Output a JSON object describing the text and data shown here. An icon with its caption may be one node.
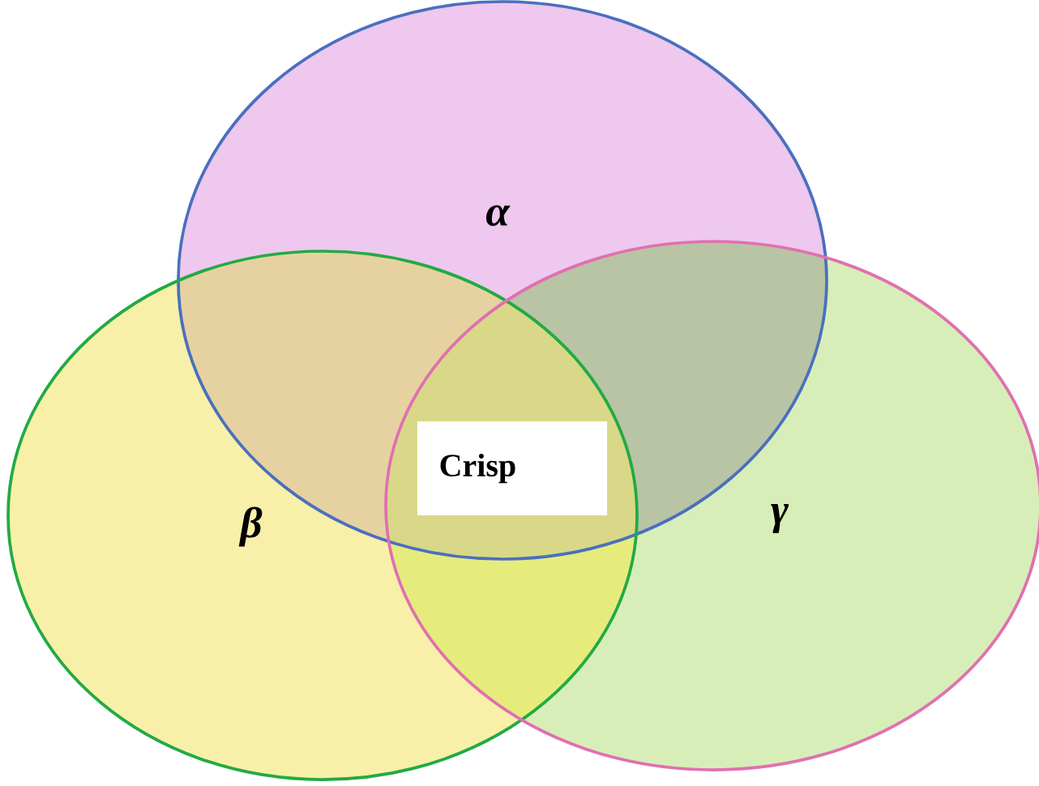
{
  "diagram": {
    "nodes": [
      {
        "text": [
          "α"
        ]
      },
      {
        "text": [
          "β"
        ]
      },
      {
        "text": [
          "γ"
        ]
      },
      {
        "text": [
          "Crisp"
        ]
      }
    ],
    "edges": []
  }
}
